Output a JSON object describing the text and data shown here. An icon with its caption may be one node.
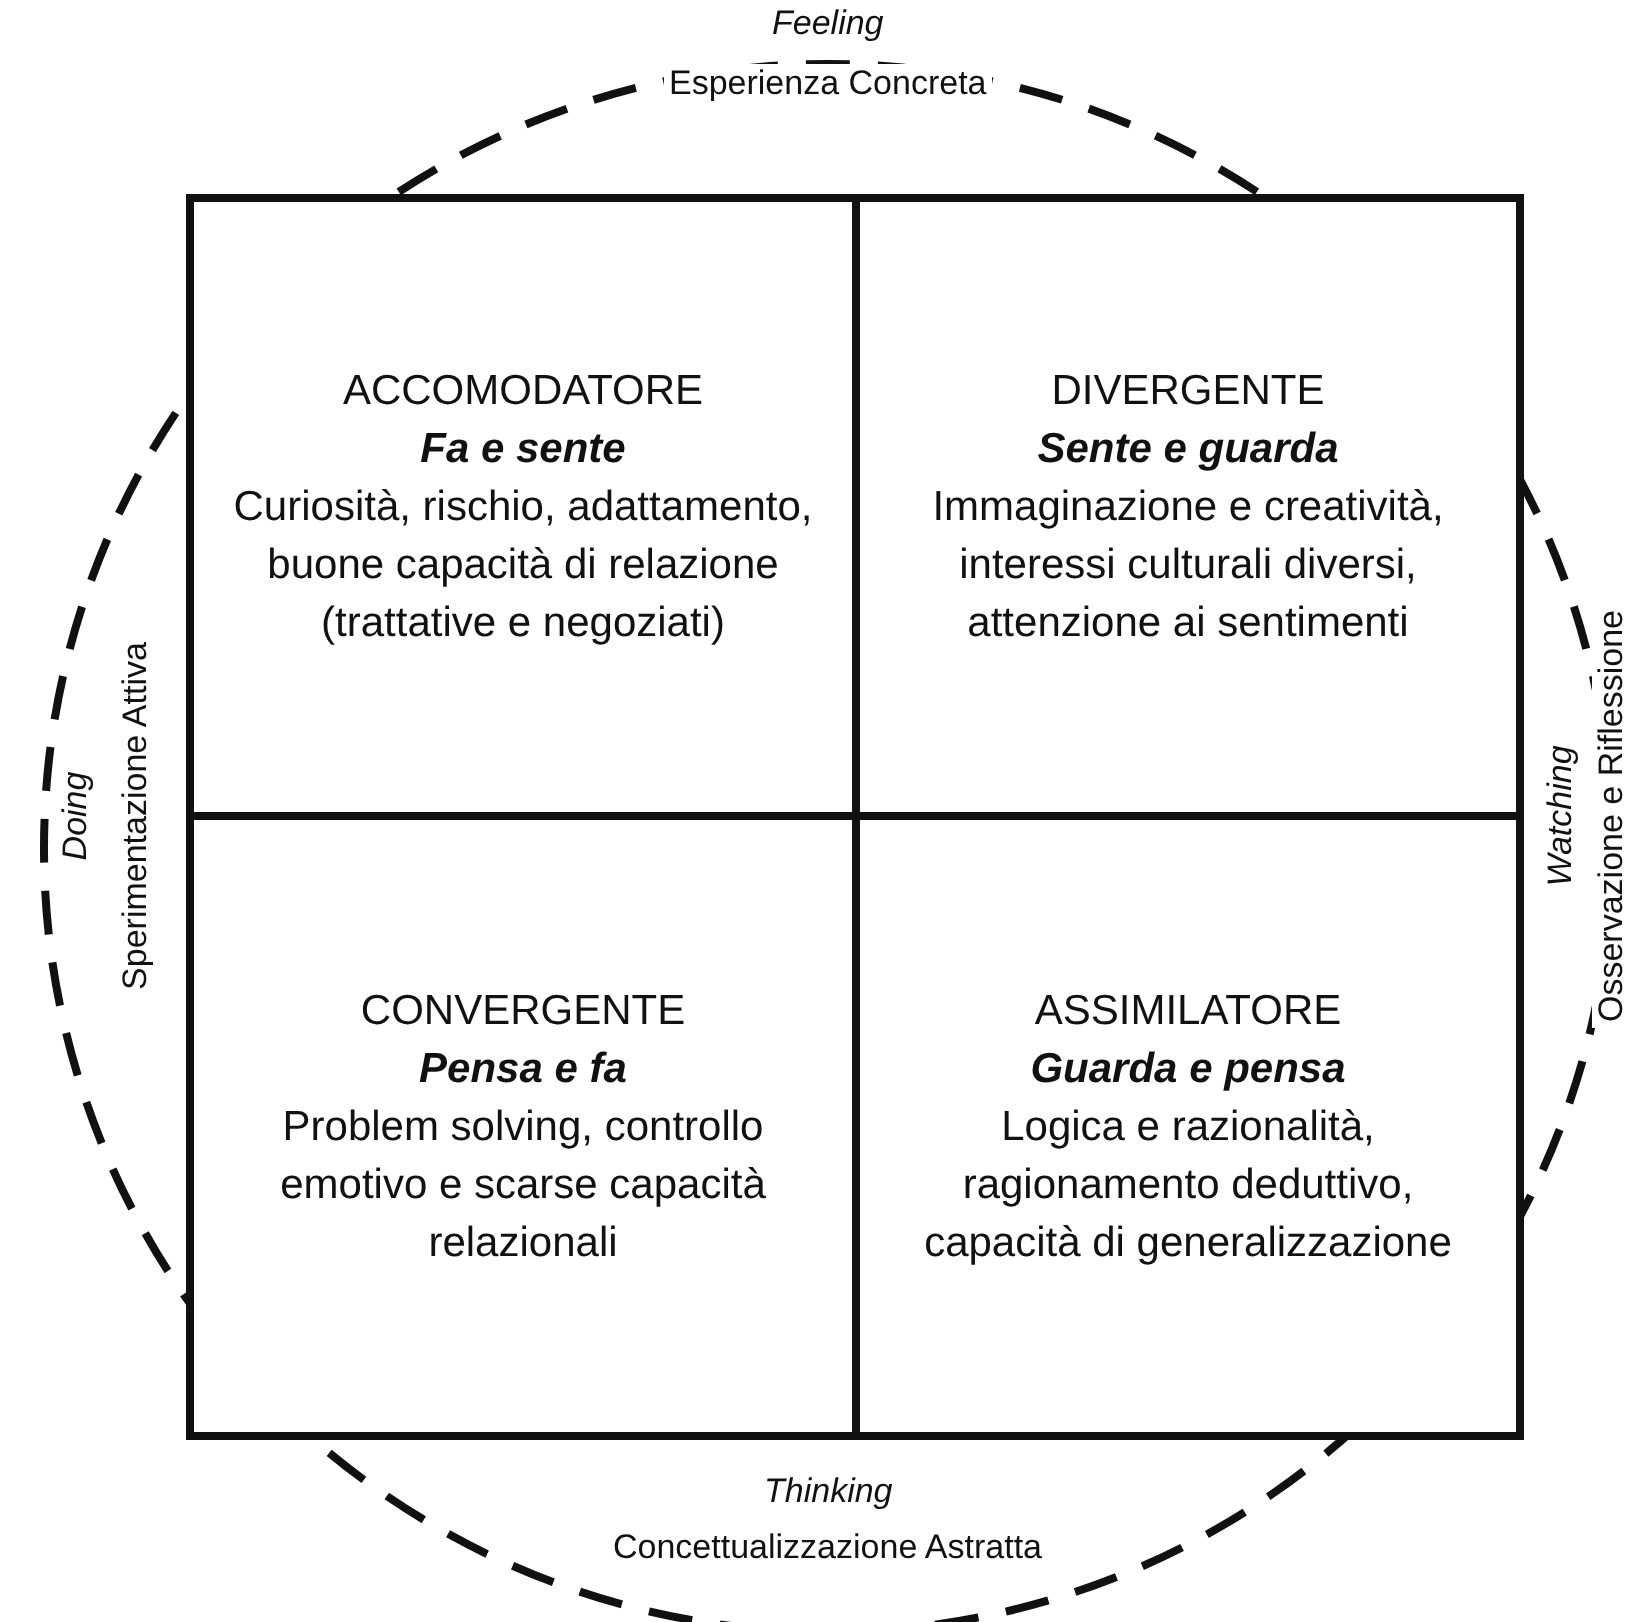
{
  "diagram": {
    "nodes": [
      {
        "text": [
          "ACCOMODATORE",
          "Fa e sente",
          "Curiosità, rischio, adattamento, buone capacità di relazione (trattative e negoziati)"
        ]
      },
      {
        "text": [
          "DIVERGENTE",
          "Sente e guarda",
          "Immaginazione e creatività, interessi culturali diversi, attenzione ai sentimenti"
        ]
      },
      {
        "text": [
          "CONVERGENTE",
          "Pensa e fa",
          "Problem solving, controllo emotivo e scarse capacità relazionali"
        ]
      },
      {
        "text": [
          "ASSIMILATORE",
          "Guarda e pensa",
          "Logica e razionalità, ragionamento deduttivo, capacità di generalizzazione"
        ]
      }
    ],
    "edges": [],
    "labels": [
      "Feeling",
      "Esperienza Concreta",
      "Doing",
      "Sperimentazione Attiva",
      "Watching",
      "Osservazione e Riflessione",
      "Thinking",
      "Concettualizzazione Astratta"
    ]
  }
}
